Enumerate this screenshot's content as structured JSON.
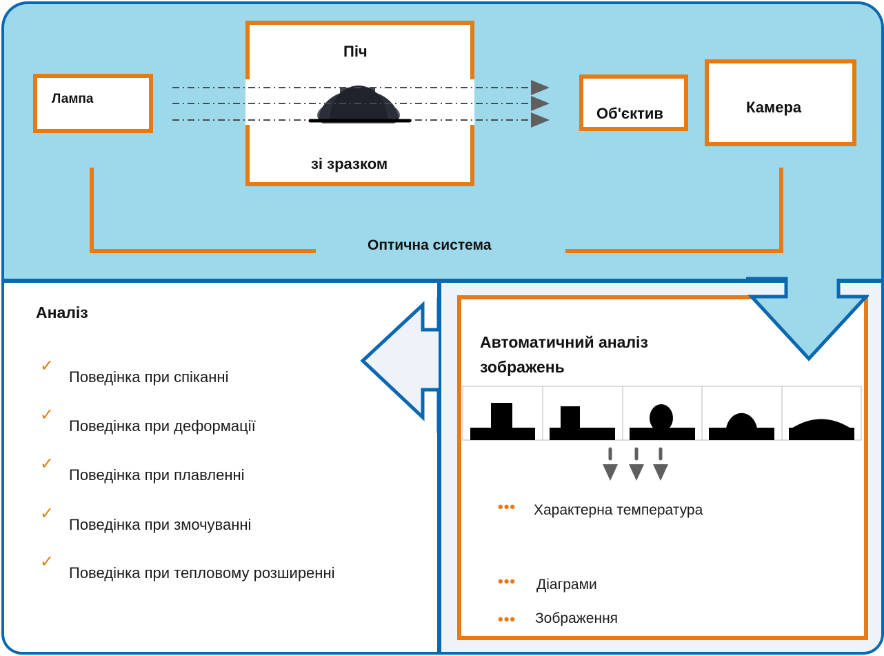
{
  "diagram": {
    "optical_system": {
      "label": "Оптична система",
      "lamp": "Лампа",
      "oven_top": "Піч",
      "oven_bottom": "зі зразком",
      "lens": "Об'єктив",
      "camera": "Камера"
    },
    "analysis": {
      "title": "Аналіз",
      "items": [
        "Поведінка при спіканні",
        "Поведінка при деформації",
        "Поведінка при плавленні",
        "Поведінка при змочуванні",
        "Поведінка при тепловому розширенні"
      ],
      "bullet_icon": "✓"
    },
    "auto_analysis": {
      "title_line1": "Автоматичний аналіз",
      "title_line2": "зображень",
      "shape_stages": [
        "initial",
        "sintering",
        "sphere",
        "hemisphere",
        "flow"
      ],
      "results": [
        "Характерна температура",
        "Діаграми",
        "Зображення"
      ],
      "bullet": "•••"
    },
    "colors": {
      "panel_blue": "#9dd9ea",
      "border_blue": "#0a68b0",
      "accent_orange": "#e77a12",
      "arrow_gray": "#5f5f5f"
    }
  }
}
